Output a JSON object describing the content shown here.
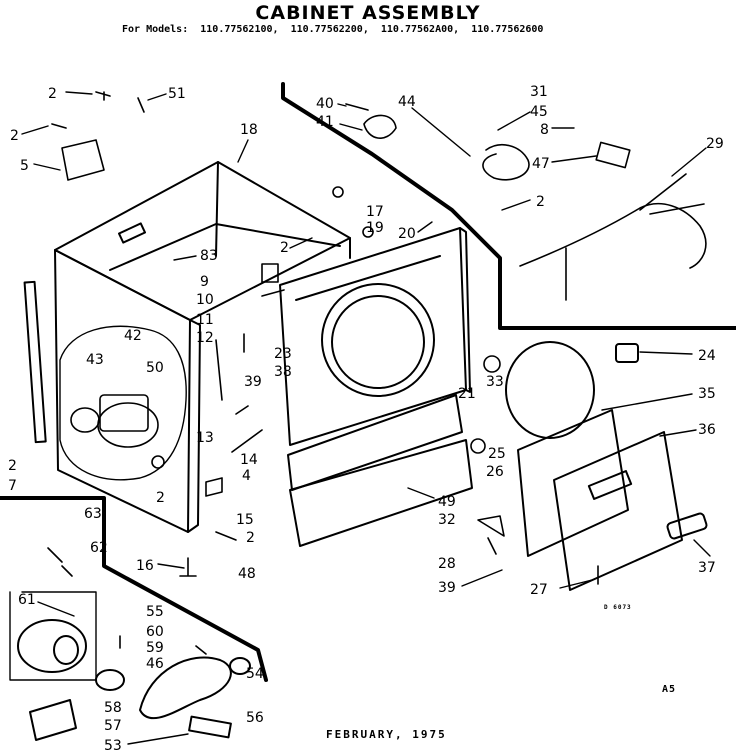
{
  "title": "CABINET ASSEMBLY",
  "models": {
    "prefix": "For Models:",
    "list": [
      "110.77562100,",
      "110.77562200,",
      "110.77562A00,",
      "110.77562600"
    ]
  },
  "diagram_number": "D 6073",
  "footer": {
    "date": "FEBRUARY, 1975",
    "code": "A5"
  },
  "callouts": [
    {
      "id": "c-2a",
      "text": "2"
    },
    {
      "id": "c-51",
      "text": "51"
    },
    {
      "id": "c-2b",
      "text": "2"
    },
    {
      "id": "c-5",
      "text": "5"
    },
    {
      "id": "c-18",
      "text": "18"
    },
    {
      "id": "c-40",
      "text": "40"
    },
    {
      "id": "c-41",
      "text": "41"
    },
    {
      "id": "c-44",
      "text": "44"
    },
    {
      "id": "c-31",
      "text": "31"
    },
    {
      "id": "c-45",
      "text": "45"
    },
    {
      "id": "c-8",
      "text": "8"
    },
    {
      "id": "c-29",
      "text": "29"
    },
    {
      "id": "c-47",
      "text": "47"
    },
    {
      "id": "c-17",
      "text": "17"
    },
    {
      "id": "c-19",
      "text": "19"
    },
    {
      "id": "c-20",
      "text": "20"
    },
    {
      "id": "c-2c",
      "text": "2"
    },
    {
      "id": "c-2d",
      "text": "2"
    },
    {
      "id": "c-83",
      "text": "83"
    },
    {
      "id": "c-9",
      "text": "9"
    },
    {
      "id": "c-10",
      "text": "10"
    },
    {
      "id": "c-11",
      "text": "11"
    },
    {
      "id": "c-12",
      "text": "12"
    },
    {
      "id": "c-42",
      "text": "42"
    },
    {
      "id": "c-43",
      "text": "43"
    },
    {
      "id": "c-50",
      "text": "50"
    },
    {
      "id": "c-23",
      "text": "23"
    },
    {
      "id": "c-38",
      "text": "38"
    },
    {
      "id": "c-39a",
      "text": "39"
    },
    {
      "id": "c-21",
      "text": "21"
    },
    {
      "id": "c-33",
      "text": "33"
    },
    {
      "id": "c-24",
      "text": "24"
    },
    {
      "id": "c-35",
      "text": "35"
    },
    {
      "id": "c-36",
      "text": "36"
    },
    {
      "id": "c-13",
      "text": "13"
    },
    {
      "id": "c-14",
      "text": "14"
    },
    {
      "id": "c-4",
      "text": "4"
    },
    {
      "id": "c-25",
      "text": "25"
    },
    {
      "id": "c-26",
      "text": "26"
    },
    {
      "id": "c-2e",
      "text": "2"
    },
    {
      "id": "c-7",
      "text": "7"
    },
    {
      "id": "c-2f",
      "text": "2"
    },
    {
      "id": "c-15",
      "text": "15"
    },
    {
      "id": "c-2g",
      "text": "2"
    },
    {
      "id": "c-49",
      "text": "49"
    },
    {
      "id": "c-32",
      "text": "32"
    },
    {
      "id": "c-63",
      "text": "63"
    },
    {
      "id": "c-62",
      "text": "62"
    },
    {
      "id": "c-16",
      "text": "16"
    },
    {
      "id": "c-48",
      "text": "48"
    },
    {
      "id": "c-28",
      "text": "28"
    },
    {
      "id": "c-37",
      "text": "37"
    },
    {
      "id": "c-39b",
      "text": "39"
    },
    {
      "id": "c-27",
      "text": "27"
    },
    {
      "id": "c-61",
      "text": "61"
    },
    {
      "id": "c-55",
      "text": "55"
    },
    {
      "id": "c-60",
      "text": "60"
    },
    {
      "id": "c-59",
      "text": "59"
    },
    {
      "id": "c-46",
      "text": "46"
    },
    {
      "id": "c-54",
      "text": "54"
    },
    {
      "id": "c-58",
      "text": "58"
    },
    {
      "id": "c-56",
      "text": "56"
    },
    {
      "id": "c-57",
      "text": "57"
    },
    {
      "id": "c-53",
      "text": "53"
    }
  ]
}
